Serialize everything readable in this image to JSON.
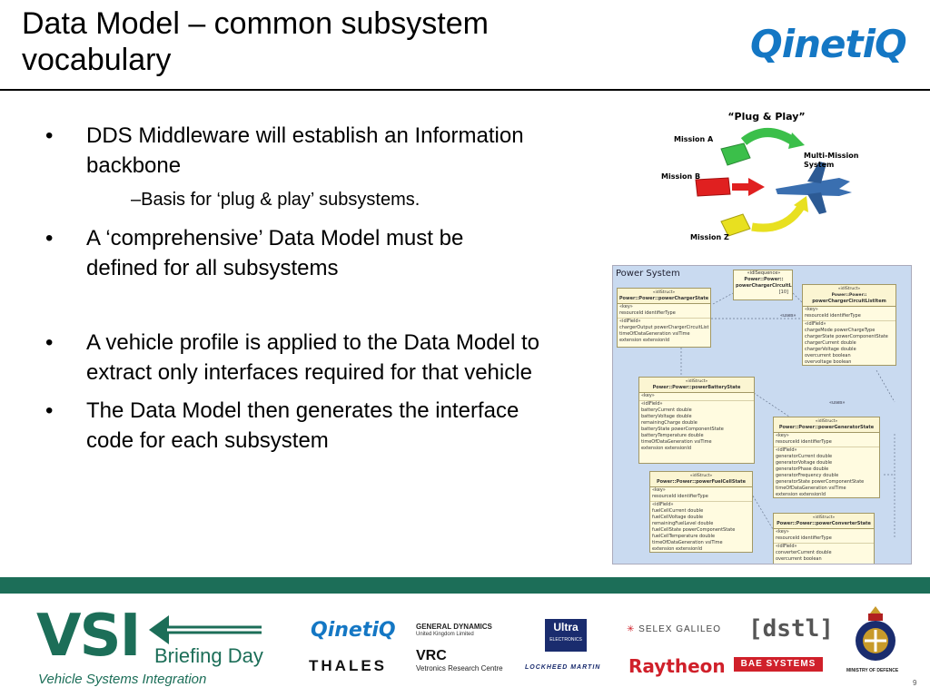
{
  "slide": {
    "title_line1": "Data Model – common subsystem",
    "title_line2": "vocabulary",
    "logo_text": "QinetiQ",
    "page_number": "9"
  },
  "bullets": [
    {
      "line1": "DDS Middleware will establish an Information",
      "line2": "backbone"
    },
    {
      "line1": "A ‘comprehensive’ Data Model must be",
      "line2": "defined for all subsystems"
    },
    {
      "line1": "A vehicle profile is applied to the Data Model to",
      "line2": "extract only interfaces required for that vehicle"
    },
    {
      "line1": "The Data Model then generates the interface",
      "line2": "code for each subsystem"
    }
  ],
  "sub_bullet": "–Basis for ‘plug & play’ subsystems.",
  "plug_play": {
    "title": "“Plug & Play”",
    "mission_a": "Mission A",
    "mission_b": "Mission B",
    "mission_z": "Mission Z",
    "multi_line1": "Multi-Mission",
    "multi_line2": "System",
    "colors": {
      "green": "#3bbf4a",
      "red": "#e02020",
      "yellow": "#e8e020",
      "jet": "#3a6fb0"
    }
  },
  "uml": {
    "title": "Power System",
    "seq_box": {
      "stereo": "«idlSequence»",
      "name": "Power::Power::",
      "name2": "powerChargerCircuitList",
      "bound": "[10]"
    },
    "boxes": [
      {
        "stereo": "«idlStruct»",
        "name": "Power::Power::powerChargerState",
        "key": "resourceId  identifierType",
        "fields": [
          "chargerOutput  powerChargerCircuitList",
          "timeOfDataGeneration  vsiTime",
          "extension  extensionId"
        ]
      },
      {
        "stereo": "«idlStruct»",
        "name": "Power::Power::",
        "name2": "powerChargerCircuitListItem",
        "key": "resourceId  identifierType",
        "fields": [
          "chargeMode  powerChargeType",
          "chargerState  powerComponentState",
          "chargerCurrent  double",
          "chargerVoltage  double",
          "overcurrent  boolean",
          "overvoltage  boolean"
        ]
      },
      {
        "stereo": "«idlStruct»",
        "name": "Power::Power::powerBatteryState",
        "key": "",
        "fields": [
          "batteryCurrent  double",
          "batteryVoltage  double",
          "remainingCharge  double",
          "batteryState  powerComponentState",
          "batteryTemperature  double",
          "timeOfDataGeneration  vsiTime",
          "extension  extensionId"
        ]
      },
      {
        "stereo": "«idlStruct»",
        "name": "Power::Power::powerGeneratorState",
        "key": "resourceId  identifierType",
        "fields": [
          "generatorCurrent  double",
          "generatorVoltage  double",
          "generatorPhase  double",
          "generatorFrequency  double",
          "generatorState  powerComponentState",
          "timeOfDataGeneration  vsiTime",
          "extension  extensionId"
        ]
      },
      {
        "stereo": "«idlStruct»",
        "name": "Power::Power::powerFuelCellState",
        "key": "resourceId  identifierType",
        "fields": [
          "fuelCellCurrent  double",
          "fuelCellVoltage  double",
          "remainingFuelLevel  double",
          "fuelCellState  powerComponentState",
          "fuelCellTemperature  double",
          "timeOfDataGeneration  vsiTime",
          "extension  extensionId"
        ]
      },
      {
        "stereo": "«idlStruct»",
        "name": "Power::Power::powerConverterState",
        "key": "resourceId  identifierType",
        "fields": [
          "converterCurrent  double",
          "overcurrent  boolean"
        ]
      }
    ],
    "key_label": "«key»",
    "field_label": "«idlField»",
    "uses_label": "«uses»"
  },
  "footer": {
    "vsi": "VSI",
    "briefing": "Briefing Day",
    "tagline": "Vehicle Systems Integration",
    "sponsors": {
      "qinetiq": "QinetiQ",
      "gd_line1": "GENERAL DYNAMICS",
      "gd_line2": "United Kingdom Limited",
      "ultra_line1": "Ultra",
      "ultra_line2": "ELECTRONICS",
      "selex": "SELEX GALILEO",
      "dstl": "[dstl]",
      "thales": "THALES",
      "vrc": "VRC",
      "vrc_sub": "Vetronics Research Centre",
      "lockheed": "LOCKHEED MARTIN",
      "raytheon": "Raytheon",
      "bae": "BAE SYSTEMS",
      "mod": "MINISTRY OF DEFENCE"
    },
    "colors": {
      "green": "#1c6e58",
      "qinetiq_blue": "#1477c4",
      "raytheon_red": "#d0202a",
      "bae_red": "#d0202a"
    }
  }
}
